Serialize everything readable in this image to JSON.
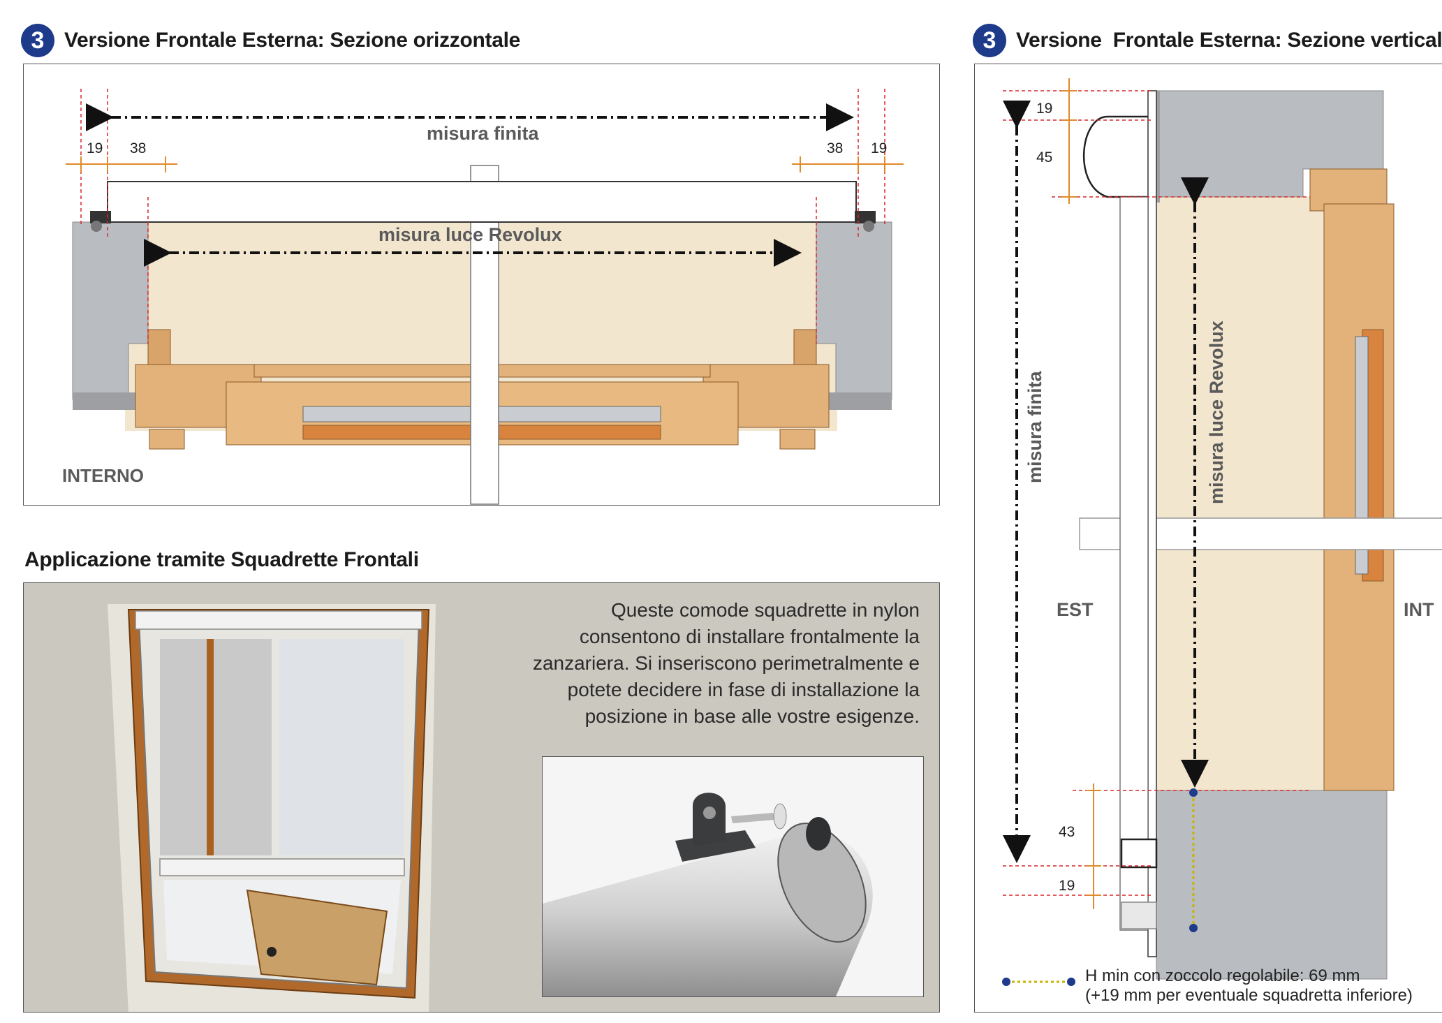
{
  "left_section": {
    "number": "3",
    "title": "Versione Frontale Esterna: Sezione orizzontale",
    "dim_left_19": "19",
    "dim_left_38": "38",
    "dim_right_38": "38",
    "dim_right_19": "19",
    "label_finished": "misura finita",
    "label_light": "misura luce Revolux",
    "label_inside": "INTERNO"
  },
  "application": {
    "title": "Applicazione tramite Squadrette Frontali",
    "description": "Queste comode squadrette in nylon consentono di installare frontalmente la zanzariera. Si inseriscono perimetralmente e potete decidere in fase di installazione la posizione in base alle vostre esigenze."
  },
  "right_section": {
    "number": "3",
    "title": "Versione  Frontale Esterna: Sezione verticale",
    "dim_top_19": "19",
    "dim_top_45": "45",
    "dim_bottom_43": "43",
    "dim_bottom_19": "19",
    "label_finished": "misura finita",
    "label_light": "misura luce Revolux",
    "label_outside": "EST",
    "label_inside": "INT",
    "note_line1": "H min con zoccolo regolabile:  69 mm",
    "note_line2": "(+19 mm per eventuale squadretta inferiore)"
  },
  "colors": {
    "badge": "#1e3a8a",
    "dim_red": "#d9262c",
    "wood": "#e3b27a",
    "concrete": "#b9bcc0",
    "cream": "#f3e6cf"
  }
}
